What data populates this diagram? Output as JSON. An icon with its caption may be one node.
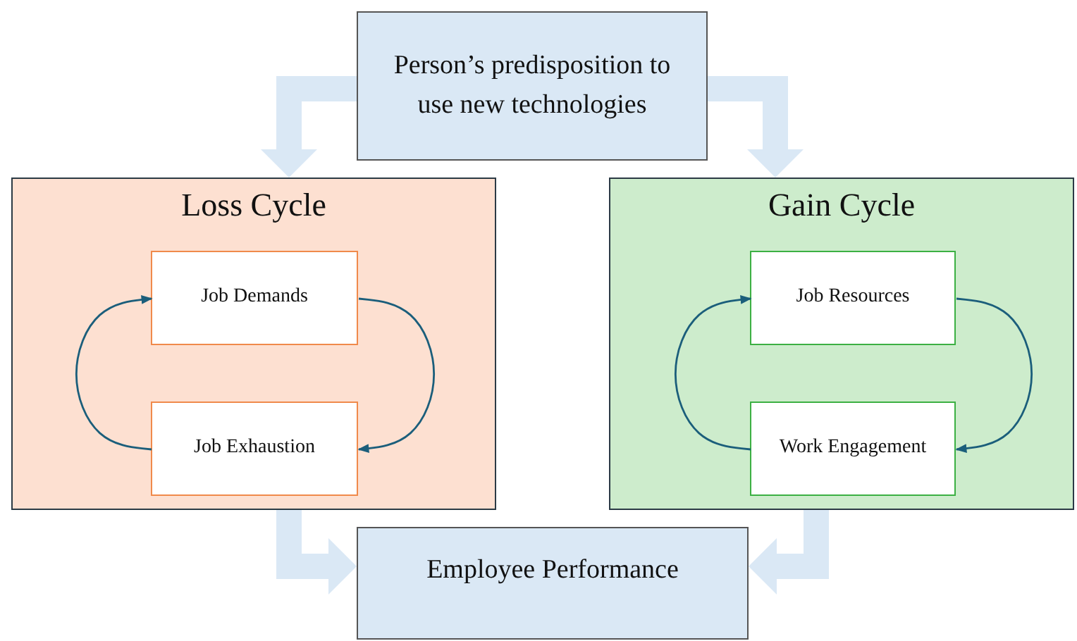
{
  "diagram": {
    "nodes": [
      {
        "text": [
          "Person’s predisposition to use new technologies"
        ]
      },
      {
        "text": [
          "Loss Cycle"
        ]
      },
      {
        "text": [
          "Job Demands"
        ],
        "in": 1
      },
      {
        "text": [
          "Job Exhaustion"
        ],
        "in": 1
      },
      {
        "text": [
          "Gain Cycle"
        ]
      },
      {
        "text": [
          "Job Resources"
        ],
        "in": 4
      },
      {
        "text": [
          "Work Engagement"
        ],
        "in": 4
      },
      {
        "text": [
          "Employee Performance"
        ]
      }
    ],
    "edges": [
      {
        "from": 0,
        "to": 1,
        "arrow": "to",
        "style": "thick",
        "color": "#dae8f5"
      },
      {
        "from": 0,
        "to": 4,
        "arrow": "to",
        "style": "thick",
        "color": "#dae8f5"
      },
      {
        "from": 2,
        "to": 3,
        "arrow": "to",
        "color": "#1b5e7b"
      },
      {
        "from": 3,
        "to": 2,
        "arrow": "to",
        "color": "#1b5e7b"
      },
      {
        "from": 5,
        "to": 6,
        "arrow": "to",
        "color": "#1b5e7b"
      },
      {
        "from": 6,
        "to": 5,
        "arrow": "to",
        "color": "#1b5e7b"
      },
      {
        "from": 1,
        "to": 7,
        "arrow": "to",
        "style": "thick",
        "color": "#dae8f5"
      },
      {
        "from": 4,
        "to": 7,
        "arrow": "to",
        "style": "thick",
        "color": "#dae8f5"
      }
    ]
  }
}
